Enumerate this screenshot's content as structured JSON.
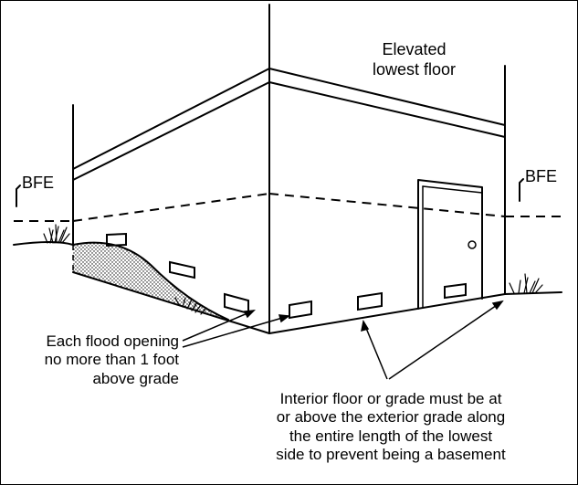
{
  "diagram": {
    "labels": {
      "elevated_floor": [
        "Elevated",
        "lowest floor"
      ],
      "bfe_left": "BFE",
      "bfe_right": "BFE",
      "flood_opening": [
        "Each flood opening",
        "no more than 1 foot",
        "above grade"
      ],
      "interior_floor": [
        "Interior floor or grade must be at",
        "or above the exterior grade along",
        "the entire length of the lowest",
        "side to prevent being a basement"
      ]
    },
    "colors": {
      "ink": "#000000",
      "background": "#ffffff",
      "fill_stipple": "#000000"
    }
  }
}
